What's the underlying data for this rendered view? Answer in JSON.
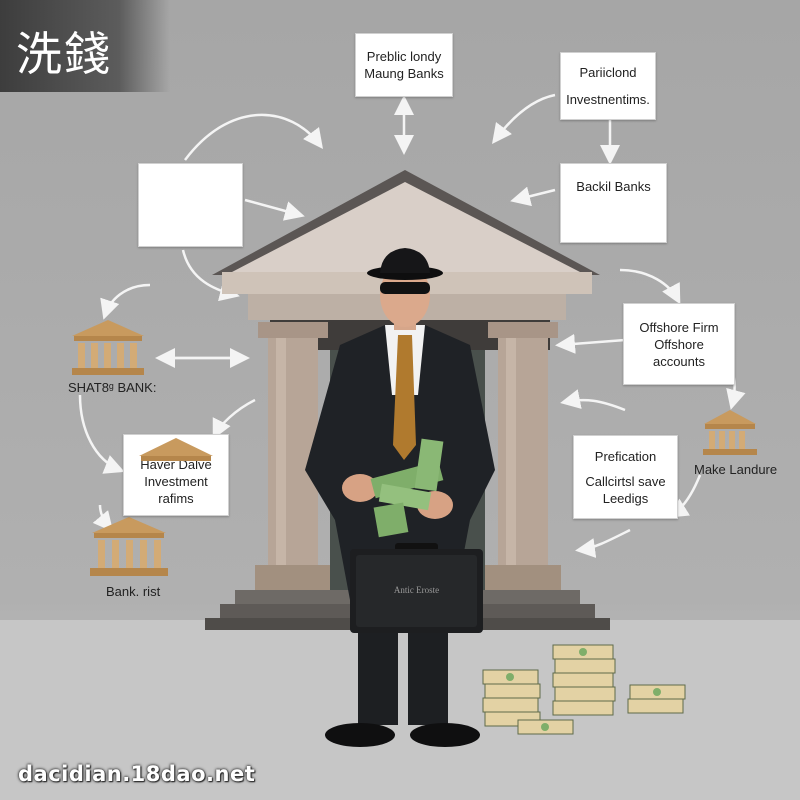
{
  "title": "洗錢",
  "watermark": "dacidian.18dao.net",
  "labels": {
    "top_center": [
      "Preblic londy",
      "Maung Banks"
    ],
    "top_right": [
      "Pariiclond",
      "Investnentims."
    ],
    "right_upper": [
      "Backil Banks"
    ],
    "right_middle": [
      "Offshore Firm",
      "Offshore",
      "accounts"
    ],
    "right_side": "Make Landure",
    "right_lower": [
      "Prefication",
      "Callcirtsl save",
      "Leedigs"
    ],
    "left_middle": "SHAT8ᵍ BANK:",
    "left_lower": [
      "Haver Dalve",
      "Investment",
      "rafims"
    ],
    "left_bottom": "Bank. rist"
  },
  "briefcase_label": "Antic Eroste",
  "colors": {
    "background": "#a9a9a9",
    "bank_icon": "#c89a5e",
    "tie": "#b07a2e",
    "suit": "#1f2226",
    "money": "#7fae6a",
    "column": "#b5a394"
  },
  "icons": [
    "bank-icon",
    "arrow-icon",
    "money-stack-icon",
    "briefcase-icon"
  ]
}
